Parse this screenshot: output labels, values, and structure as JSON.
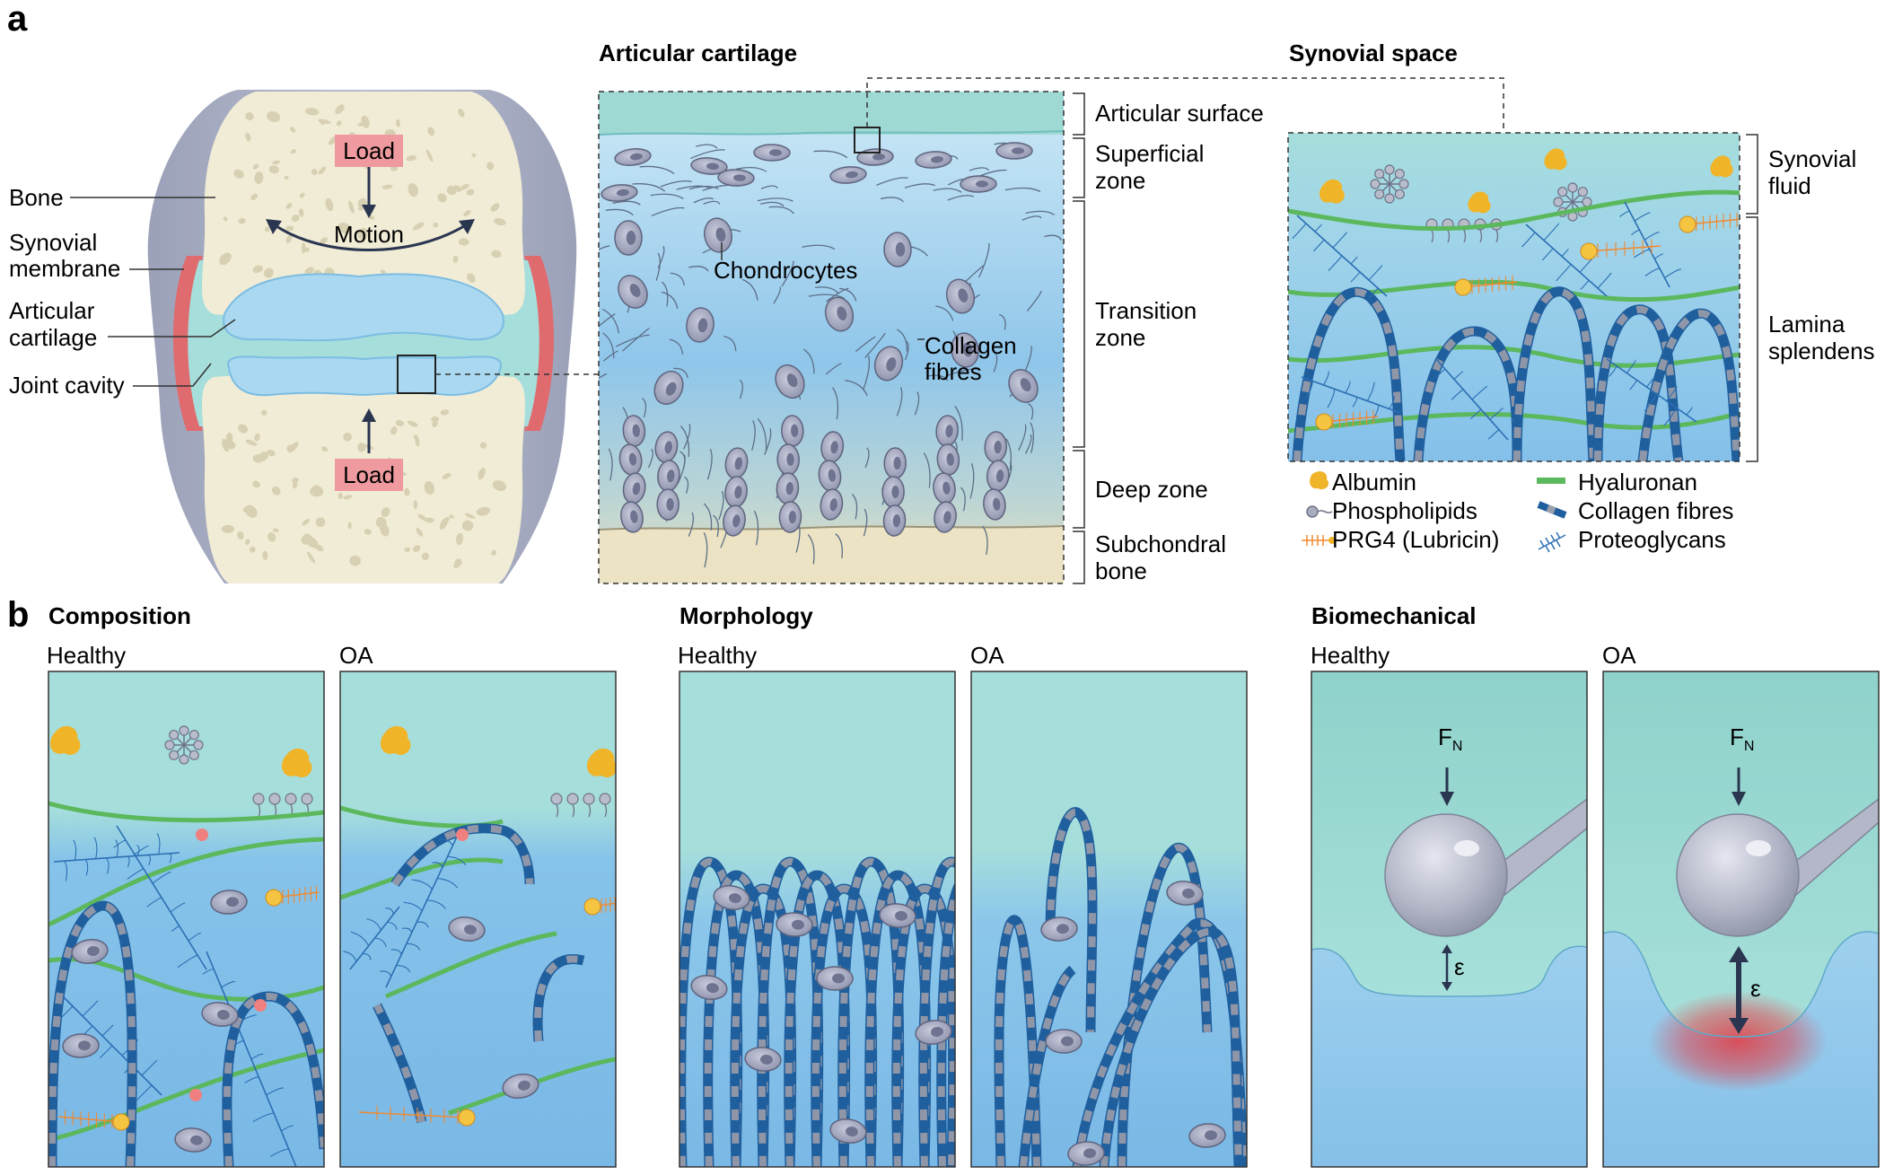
{
  "panel_a": {
    "letter": "a",
    "joint_labels": {
      "bone": "Bone",
      "synovial_membrane_1": "Synovial",
      "synovial_membrane_2": "membrane",
      "articular_cartilage_1": "Articular",
      "articular_cartilage_2": "cartilage",
      "joint_cavity": "Joint cavity",
      "load_top": "Load",
      "load_bottom": "Load",
      "motion": "Motion"
    },
    "cartilage": {
      "title": "Articular cartilage",
      "chondrocytes": "Chondrocytes",
      "collagen_1": "Collagen",
      "collagen_2": "fibres",
      "zones": {
        "articular_surface": "Articular surface",
        "superficial_1": "Superficial",
        "superficial_2": "zone",
        "transition_1": "Transition",
        "transition_2": "zone",
        "deep": "Deep zone",
        "subchondral_1": "Subchondral",
        "subchondral_2": "bone"
      }
    },
    "synovial": {
      "title": "Synovial space",
      "fluid_1": "Synovial",
      "fluid_2": "fluid",
      "lamina_1": "Lamina",
      "lamina_2": "splendens",
      "legend": {
        "albumin": "Albumin",
        "phospholipids": "Phospholipids",
        "prg4": "PRG4 (Lubricin)",
        "hyaluronan": "Hyaluronan",
        "collagen": "Collagen fibres",
        "proteoglycans": "Proteoglycans"
      }
    }
  },
  "panel_b": {
    "letter": "b",
    "composition": {
      "title": "Composition",
      "healthy": "Healthy",
      "oa": "OA"
    },
    "morphology": {
      "title": "Morphology",
      "healthy": "Healthy",
      "oa": "OA"
    },
    "biomechanical": {
      "title": "Biomechanical",
      "healthy": "Healthy",
      "oa": "OA",
      "force": "F",
      "force_sub": "N",
      "strain": "ε"
    }
  },
  "colors": {
    "bone": "#f1ecd6",
    "cartilage": "#a9d8f0",
    "synovial_fluid": "#a6dedc",
    "membrane": "#e06b6e",
    "capsule": "#a9aec4",
    "load_box": "#ee9a9e",
    "collagen": "#1f5f9e",
    "hyaluronan": "#5cb85c",
    "albumin": "#f0b429",
    "prg4": "#f08a30",
    "proteoglycan": "#2b6fb3"
  }
}
